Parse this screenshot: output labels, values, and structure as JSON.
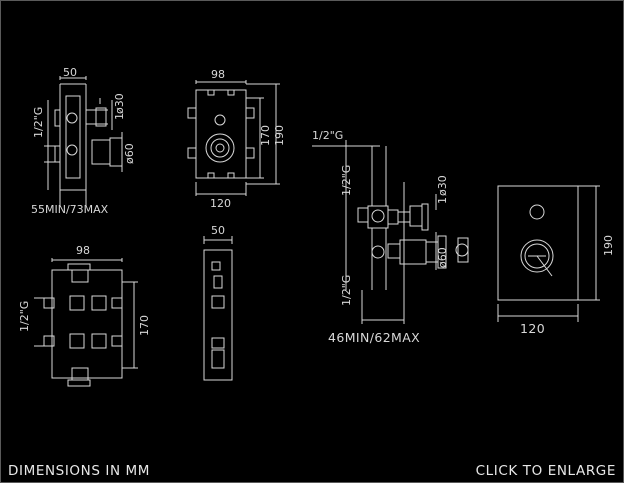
{
  "captions": {
    "dimensions": "DIMENSIONS IN MM",
    "enlarge": "CLICK TO ENLARGE"
  },
  "views": {
    "side_a": {
      "width": "50",
      "thread": "1/2\"G",
      "d30": "ø30",
      "one": "1",
      "d60": "ø60",
      "depth": "55MIN/73MAX"
    },
    "front_a": {
      "width": "98",
      "h170": "170",
      "h190": "190",
      "bottom": "120"
    },
    "back_b": {
      "width": "98",
      "thread": "1/2\"G",
      "h170": "170"
    },
    "side_b": {
      "width": "50"
    },
    "iso": {
      "thread_top": "1/2\"G",
      "thread_mid": "1/2\"G",
      "thread_low": "1/2\"G",
      "d30": "ø30",
      "one": "1",
      "d60": "ø60",
      "depth": "46MIN/62MAX"
    },
    "front_c": {
      "h190": "190",
      "bottom": "120"
    }
  }
}
